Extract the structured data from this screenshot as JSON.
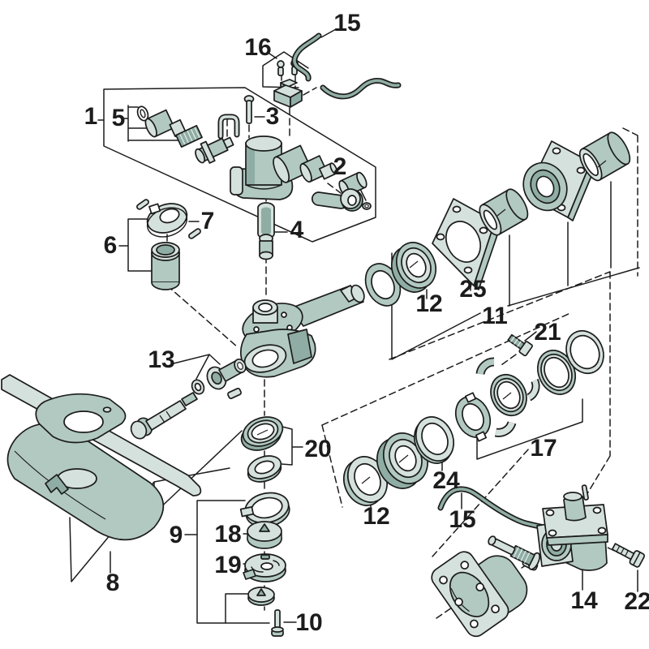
{
  "diagram": {
    "kind": "exploded-parts-diagram"
  },
  "colors": {
    "background": "#ffffff",
    "outline": "#1c1c1c",
    "part_light": "#d5e1dc",
    "part_mid": "#b1c9c1",
    "part_dark": "#8fada4",
    "part_deep": "#7d9a92",
    "hole_white": "#ffffff"
  },
  "labels": {
    "n1": "1",
    "n2": "2",
    "n3": "3",
    "n4": "4",
    "n5": "5",
    "n6": "6",
    "n7": "7",
    "n8": "8",
    "n9": "9",
    "n10": "10",
    "n11": "11",
    "n12_top": "12",
    "n12_bottom": "12",
    "n13": "13",
    "n14": "14",
    "n15_top": "15",
    "n15_bottom": "15",
    "n16": "16",
    "n17": "17",
    "n18": "18",
    "n19": "19",
    "n20": "20",
    "n21": "21",
    "n22": "22",
    "n24": "24",
    "n25": "25"
  }
}
